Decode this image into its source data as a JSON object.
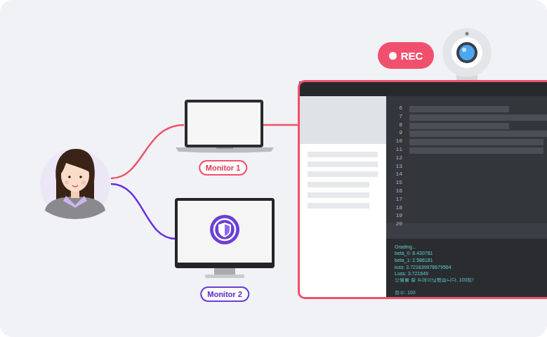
{
  "diagram": {
    "nodes": [
      {
        "text": [
          "Monitor 1"
        ]
      },
      {
        "text": [
          "Monitor 2"
        ]
      },
      {
        "text": [
          "REC"
        ]
      },
      {
        "text": [
          "Grading...",
          "beta_0: 8.430781",
          "beta_1: 2.586181",
          "loss: 3.721639978679564",
          "Loss: 3.721649",
          "모델을 잘 트레이닝했습니다. 100점!",
          "점수: 100"
        ]
      }
    ],
    "edges": [
      {
        "from": 0,
        "to": 3,
        "arrow": "none"
      }
    ],
    "labels": [
      "6",
      "7",
      "8",
      "9",
      "10",
      "11",
      "12",
      "13",
      "14",
      "15",
      "16",
      "17",
      "18",
      "19",
      "20"
    ]
  }
}
